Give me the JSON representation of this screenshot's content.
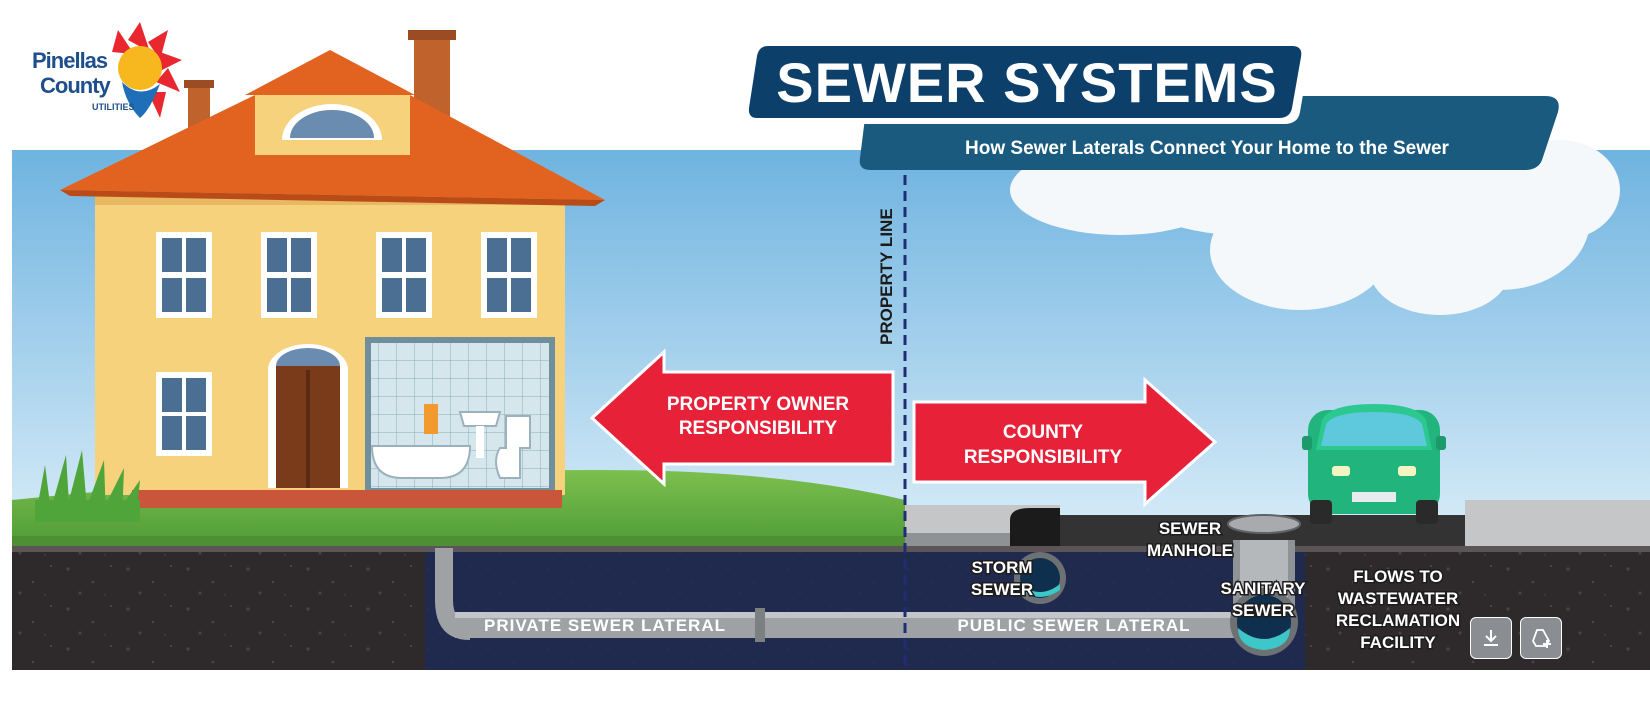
{
  "logo": {
    "line1": "Pinellas",
    "line2": "County",
    "line3": "UTILITIES"
  },
  "header": {
    "title": "SEWER SYSTEMS",
    "subtitle": "How Sewer Laterals Connect Your Home to the Sewer"
  },
  "property_line": "PROPERTY LINE",
  "arrows": {
    "owner": {
      "line1": "PROPERTY OWNER",
      "line2": "RESPONSIBILITY"
    },
    "county": {
      "line1": "COUNTY",
      "line2": "RESPONSIBILITY"
    }
  },
  "labels": {
    "storm": {
      "line1": "STORM",
      "line2": "SEWER"
    },
    "manhole": {
      "line1": "SEWER",
      "line2": "MANHOLE"
    },
    "sanitary": {
      "line1": "SANITARY",
      "line2": "SEWER"
    },
    "flows": {
      "line1": "FLOWS TO",
      "line2": "WASTEWATER",
      "line3": "RECLAMATION",
      "line4": "FACILITY"
    },
    "private_lateral": "PRIVATE SEWER LATERAL",
    "public_lateral": "PUBLIC SEWER LATERAL"
  },
  "colors": {
    "sky": "#8ec4e6",
    "navy": "#0d3f6b",
    "teal": "#1a5a7e",
    "arrow": "#e62138",
    "grass": "#5ea640",
    "soil": "#2f2a2c",
    "roof": "#e2621f",
    "wall": "#f7d27c",
    "car": "#21b47d"
  },
  "icons": {
    "download": "download-icon",
    "save": "drive-add-icon"
  }
}
